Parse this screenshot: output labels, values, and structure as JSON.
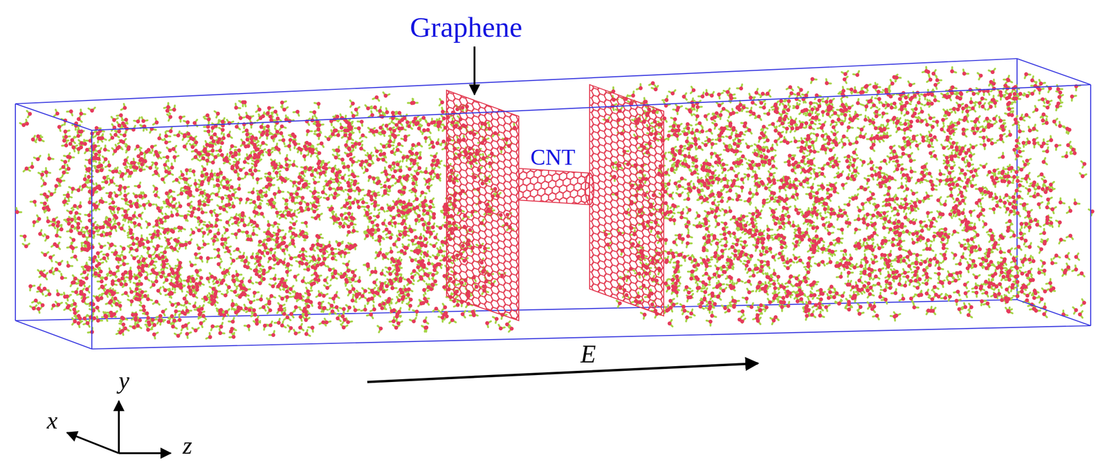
{
  "diagram": {
    "labels": [
      "Graphene",
      "CNT",
      "E",
      "y",
      "x",
      "z"
    ]
  }
}
